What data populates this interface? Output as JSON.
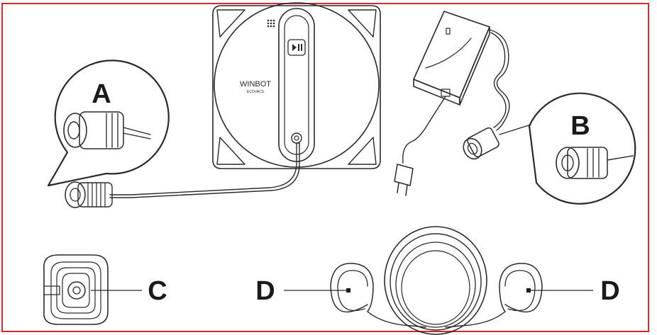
{
  "figure": {
    "frame_color": "#d62b2b",
    "ink_color": "#2a2a2a",
    "device_text": {
      "brand": "WINBOT",
      "sub_brand": "ECOVACS"
    },
    "callouts": {
      "a": "A",
      "b": "B",
      "c": "C",
      "d_left": "D",
      "d_right": "D"
    },
    "parts": [
      {
        "id": "robot",
        "icon": "window-cleaning-robot-icon"
      },
      {
        "id": "power-adapter",
        "icon": "power-adapter-icon"
      },
      {
        "id": "safety-tether-connector-a",
        "icon": "cable-connector-icon"
      },
      {
        "id": "power-connector-b",
        "icon": "cable-connector-icon"
      },
      {
        "id": "tether-spool-c",
        "icon": "tether-spool-icon"
      },
      {
        "id": "extension-cord-d",
        "icon": "coiled-cord-icon"
      }
    ]
  }
}
